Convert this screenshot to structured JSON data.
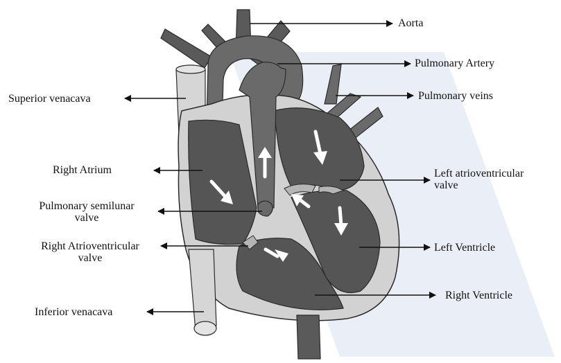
{
  "labels": {
    "aorta": "Aorta",
    "pulmonary_artery": "Pulmonary Artery",
    "pulmonary_veins": "Pulmonary veins",
    "superior_venacava": "Superior venacava",
    "right_atrium": "Right Atrium",
    "left_av_valve_line1": "Left atrioventricular",
    "left_av_valve_line2": "valve",
    "pulmonary_semilunar_line1": "Pulmonary semilunar",
    "pulmonary_semilunar_line2": "valve",
    "right_av_valve_line1": "Right Atrioventricular",
    "right_av_valve_line2": "valve",
    "left_ventricle": "Left Ventricle",
    "right_ventricle": "Right Ventricle",
    "inferior_venacava": "Inferior venacava"
  },
  "colors": {
    "dark": "#4d4d4d",
    "medium": "#6e6e6e",
    "light": "#d2d2d2",
    "outline": "#2a2a2a",
    "background_band": "#e6ebf5"
  }
}
